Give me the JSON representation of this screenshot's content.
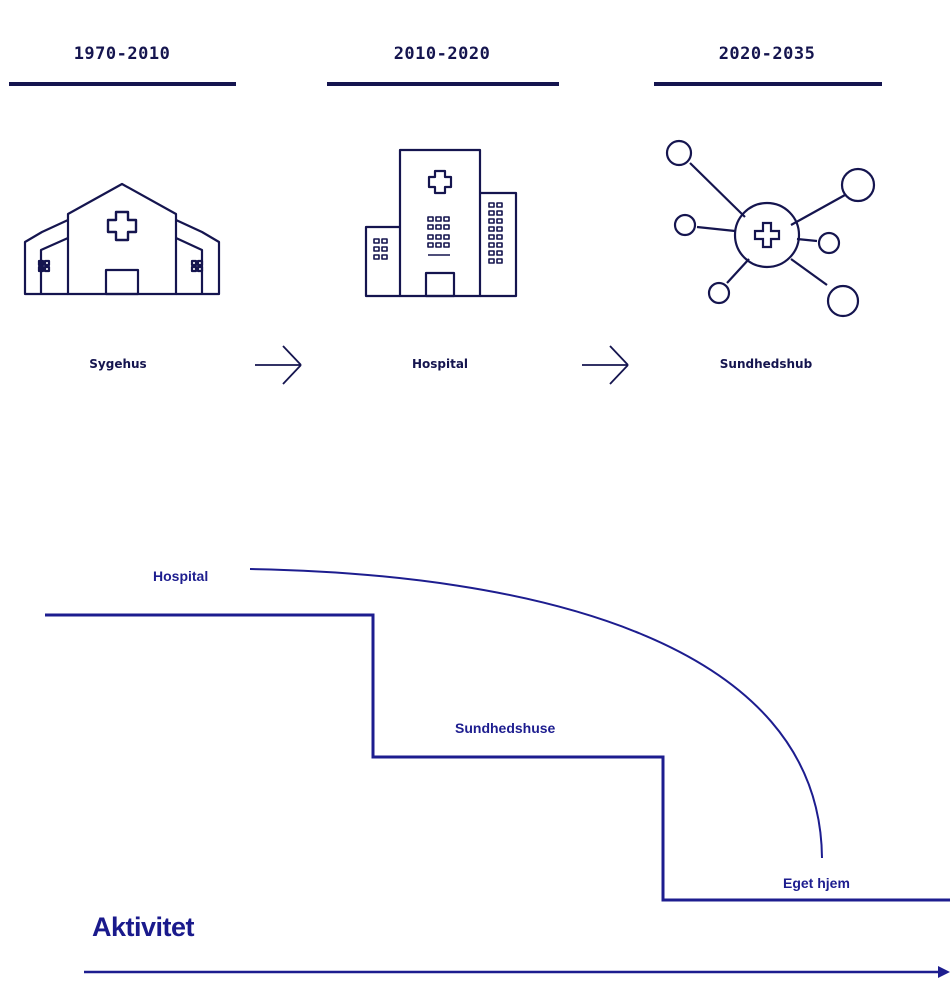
{
  "periods": [
    "1970-2010",
    "2010-2020",
    "2020-2035"
  ],
  "eras": {
    "sygehus": {
      "label": "Sygehus",
      "icon": "sygehus-building-icon"
    },
    "hospital": {
      "label": "Hospital",
      "icon": "hospital-tower-icon"
    },
    "sundhedshub": {
      "label": "Sundhedshub",
      "icon": "network-hub-icon"
    }
  },
  "flow": {
    "hospital_label": "Hospital",
    "sundhedshuse_label": "Sundhedshuse",
    "eget_hjem_label": "Eget hjem",
    "axis_label": "Aktivitet"
  },
  "colors": {
    "ink": "#15154f",
    "accent": "#1d1d8f"
  }
}
